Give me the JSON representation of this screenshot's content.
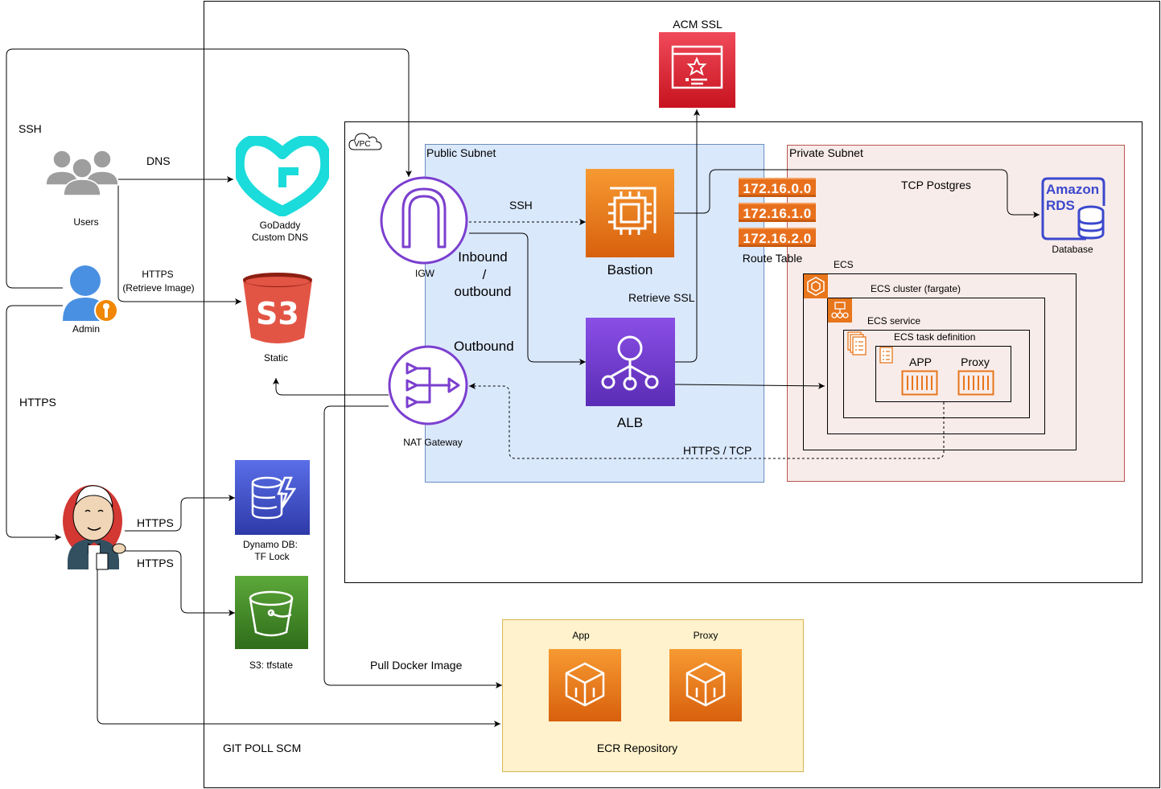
{
  "acm": {
    "label": "ACM SSL"
  },
  "vpc": {
    "badge": "VPC"
  },
  "public_subnet": {
    "label": "Public Subnet"
  },
  "private_subnet": {
    "label": "Private Subnet"
  },
  "users": {
    "label": "Users"
  },
  "admin": {
    "label": "Admin"
  },
  "godaddy": {
    "label_line1": "GoDaddy",
    "label_line2": "Custom DNS"
  },
  "s3_static": {
    "label": "Static",
    "logo_text": "S3"
  },
  "igw": {
    "label": "IGW"
  },
  "nat": {
    "label": "NAT Gateway"
  },
  "bastion": {
    "label": "Bastion"
  },
  "alb": {
    "label": "ALB"
  },
  "route_table": {
    "label": "Route Table",
    "entries": [
      "172.16.0.0",
      "172.16.1.0",
      "172.16.2.0"
    ]
  },
  "rds": {
    "label": "Database",
    "logo_line1": "Amazon",
    "logo_line2": "RDS"
  },
  "ecs": {
    "label": "ECS",
    "cluster": "ECS cluster (fargate)",
    "service": "ECS service",
    "task": "ECS task definition",
    "app": "APP",
    "proxy": "Proxy"
  },
  "dynamo": {
    "label_line1": "Dynamo DB:",
    "label_line2": "TF Lock"
  },
  "s3_tfstate": {
    "label": "S3: tfstate"
  },
  "ecr": {
    "label": "ECR Repository",
    "app": "App",
    "proxy": "Proxy"
  },
  "edges": {
    "ssh_admin": "SSH",
    "dns": "DNS",
    "https_retrieve_1": "HTTPS",
    "https_retrieve_2": "(Retrieve Image)",
    "https_admin": "HTTPS",
    "ssh_bastion": "SSH",
    "inbound_1": "Inbound",
    "inbound_2": "/",
    "inbound_3": "outbound",
    "outbound": "Outbound",
    "retrieve_ssl": "Retrieve SSL",
    "tcp_postgres": "TCP Postgres",
    "https_tcp": "HTTPS / TCP",
    "https_dynamo": "HTTPS",
    "https_s3": "HTTPS",
    "pull_docker": "Pull Docker Image",
    "git_poll": "GIT POLL SCM"
  },
  "colors": {
    "public_subnet_fill": "#dae8fc",
    "public_subnet_stroke": "#6c8ebf",
    "private_subnet_fill": "#f8ecea",
    "private_subnet_stroke": "#b85450",
    "ecr_fill": "#fff2cc",
    "ecr_stroke": "#d6b656",
    "aws_orange": "#e8761c",
    "aws_purple": "#7b3fcf",
    "aws_red": "#dd2a3c",
    "aws_blue": "#3b48cc",
    "aws_green": "#3f8624",
    "godaddy_teal": "#1bdbdb"
  }
}
